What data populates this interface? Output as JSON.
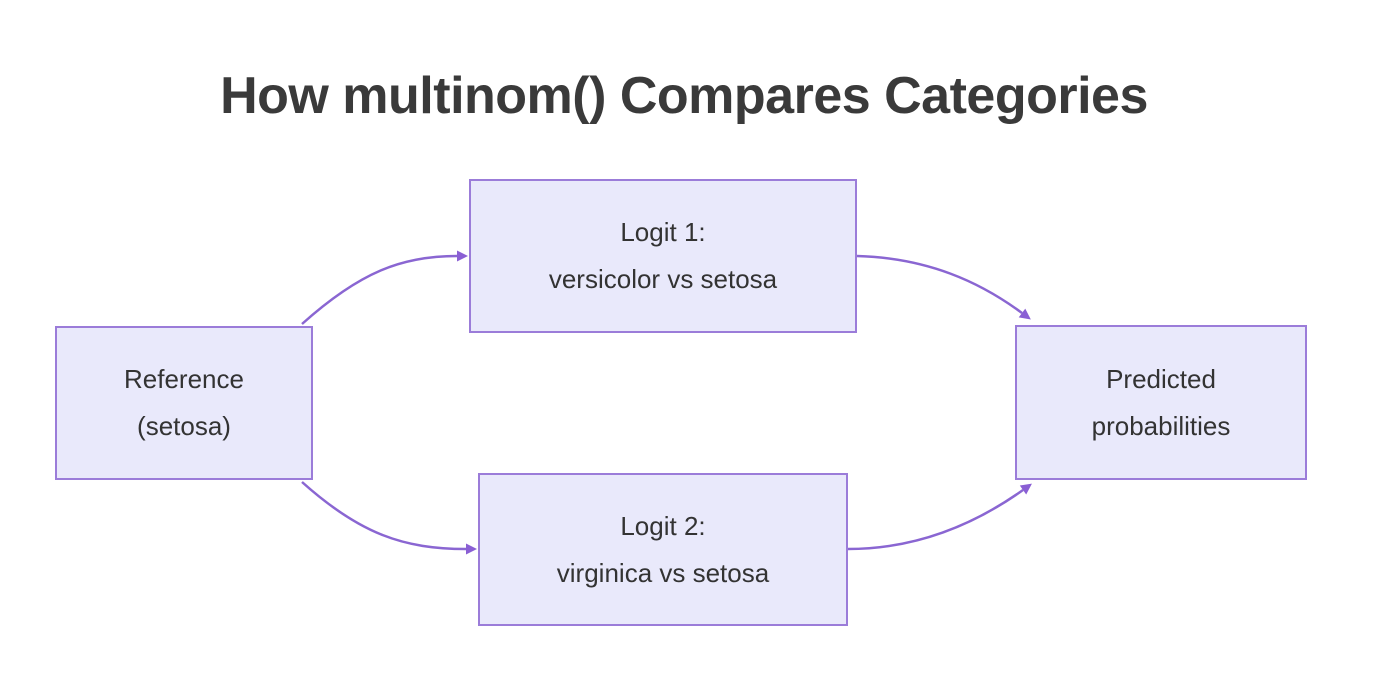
{
  "title": "How multinom() Compares Categories",
  "diagram": {
    "type": "flowchart",
    "nodes": [
      {
        "id": "reference",
        "lines": [
          "Reference",
          "(setosa)"
        ]
      },
      {
        "id": "logit1",
        "lines": [
          "Logit 1:",
          "versicolor vs setosa"
        ]
      },
      {
        "id": "logit2",
        "lines": [
          "Logit 2:",
          "virginica vs setosa"
        ]
      },
      {
        "id": "predicted",
        "lines": [
          "Predicted",
          "probabilities"
        ]
      }
    ],
    "edges": [
      {
        "from": "reference",
        "to": "logit1"
      },
      {
        "from": "reference",
        "to": "logit2"
      },
      {
        "from": "logit1",
        "to": "predicted"
      },
      {
        "from": "logit2",
        "to": "predicted"
      }
    ],
    "colors": {
      "node_fill": "#E9E9FB",
      "node_border": "#9B7CD9",
      "edge": "#8A66D2",
      "arrowhead": "#8A5FD4",
      "node_text": "#333333",
      "title_text": "#3A3A3A",
      "background": "#FFFFFF"
    }
  }
}
